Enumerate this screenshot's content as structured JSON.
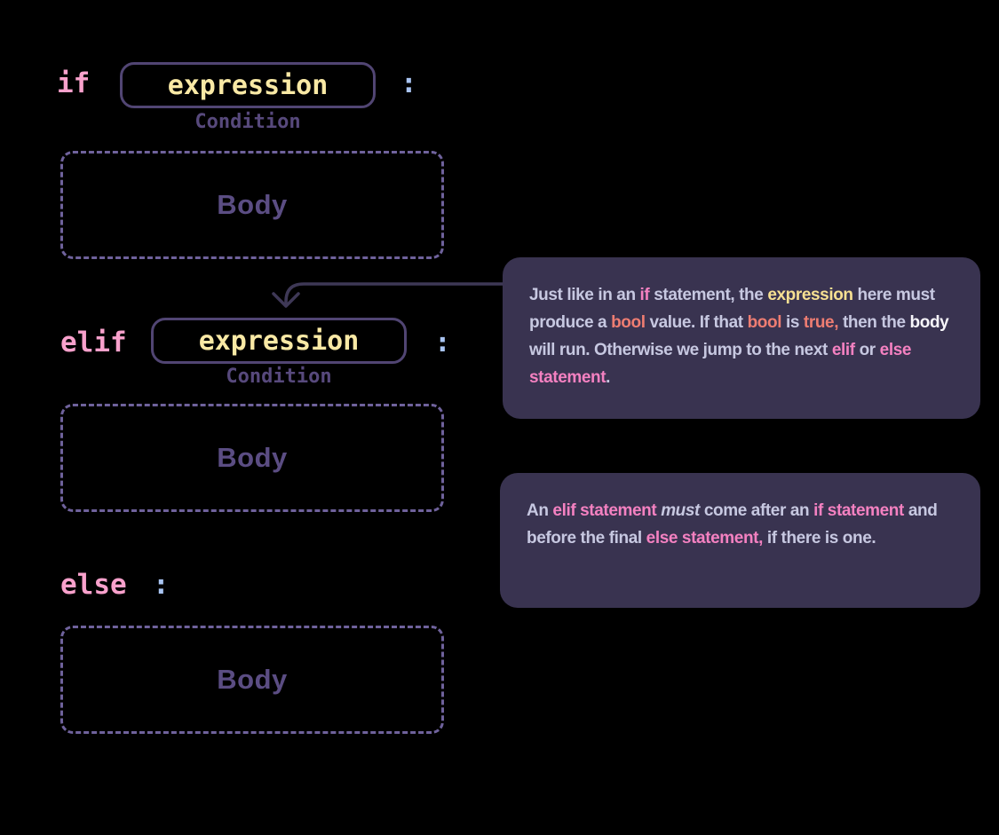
{
  "colors": {
    "background": "#000000",
    "keyword_pink": "#f9a1cc",
    "tooltip_pink": "#f481c1",
    "expression_yellow": "#f9e9a5",
    "salmon": "#ee7d72",
    "periwinkle_colon": "#a9c4f2",
    "lavender_text": "#c7c8e1",
    "white_text": "#f7f6fb",
    "condition_label": "#57497c",
    "body_label": "#5b4d83",
    "dashed_border": "#6f629c",
    "solid_border": "#514573",
    "tooltip_background": "#393350",
    "arrow": "#3e3856"
  },
  "diagram": {
    "if_row": {
      "keyword": "if",
      "expression": "expression",
      "colon": ":",
      "condition_label": "Condition"
    },
    "elif_row": {
      "keyword": "elif",
      "expression": "expression",
      "colon": ":",
      "condition_label": "Condition"
    },
    "else_row": {
      "keyword": "else",
      "colon": ":"
    },
    "body_boxes": [
      {
        "label": "Body"
      },
      {
        "label": "Body"
      },
      {
        "label": "Body"
      }
    ]
  },
  "icons": {
    "connector_arrow": "arrow-down-connector"
  },
  "tooltips": [
    {
      "segments": [
        {
          "text": "Just like in an ",
          "style": "default"
        },
        {
          "text": "if",
          "style": "pink"
        },
        {
          "text": " statement, the ",
          "style": "default"
        },
        {
          "text": "expression",
          "style": "yellow"
        },
        {
          "text": " here must produce a ",
          "style": "default"
        },
        {
          "text": "bool",
          "style": "salmon"
        },
        {
          "text": " value. If that ",
          "style": "default"
        },
        {
          "text": "bool",
          "style": "salmon"
        },
        {
          "text": " is ",
          "style": "default"
        },
        {
          "text": "true,",
          "style": "salmon"
        },
        {
          "text": " then the ",
          "style": "default"
        },
        {
          "text": "body",
          "style": "white"
        },
        {
          "text": " will run. Otherwise we jump to the next ",
          "style": "default"
        },
        {
          "text": "elif",
          "style": "pink"
        },
        {
          "text": " or ",
          "style": "default"
        },
        {
          "text": "else statement",
          "style": "pink"
        },
        {
          "text": ".",
          "style": "default"
        }
      ]
    },
    {
      "segments": [
        {
          "text": "An ",
          "style": "default"
        },
        {
          "text": "elif statement",
          "style": "pink"
        },
        {
          "text": " ",
          "style": "default"
        },
        {
          "text": "must",
          "style": "italic"
        },
        {
          "text": " come after an ",
          "style": "default"
        },
        {
          "text": "if statement",
          "style": "pink"
        },
        {
          "text": " and before the final ",
          "style": "default"
        },
        {
          "text": "else statement,",
          "style": "pink"
        },
        {
          "text": " if there is one.",
          "style": "default"
        }
      ]
    }
  ]
}
